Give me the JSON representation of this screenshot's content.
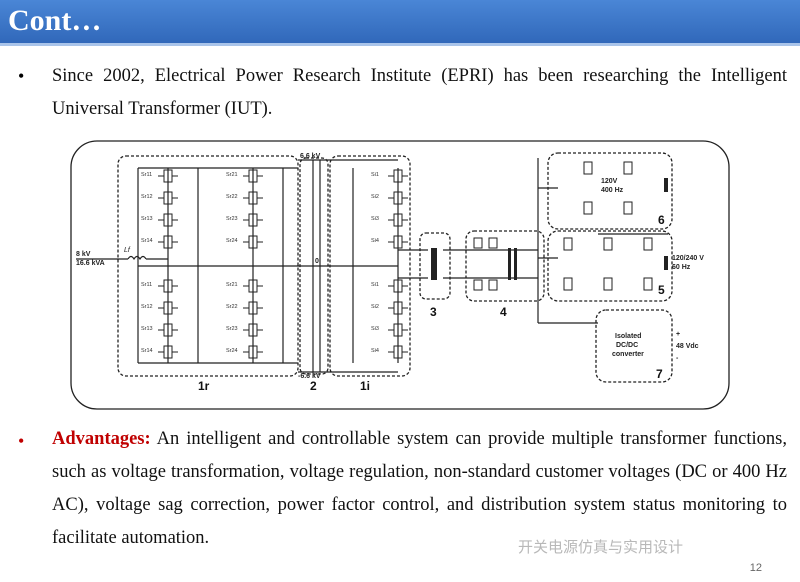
{
  "slide": {
    "title": "Cont…",
    "slide_number": "12",
    "watermark": "开关电源仿真与实用设计"
  },
  "bullets": [
    {
      "marker": "•",
      "text": "Since 2002, Electrical Power Research Institute (EPRI) has been researching the Intelligent Universal Transformer (IUT)."
    },
    {
      "marker": "•",
      "lead": "Advantages:",
      "text": " An intelligent and controllable system can provide multiple transformer functions, such as voltage transformation, voltage regulation, non-standard customer voltages (DC or 400 Hz AC), voltage sag correction, power factor control, and distribution system status monitoring to facilitate automation."
    }
  ],
  "diagram": {
    "input_label_1": "8 kV",
    "input_label_2": "16.6 kVA",
    "inductor_label": "Lf",
    "bus_top": "6.6 kV",
    "bus_mid": "0",
    "bus_bottom": "-6.6 kV",
    "block_1r": "1r",
    "block_2": "2",
    "block_1i": "1i",
    "block_3": "3",
    "block_4": "4",
    "block_5": "5",
    "block_6": "6",
    "block_7": "7",
    "out_6_line1": "120V",
    "out_6_line2": "400 Hz",
    "out_5_line1": "120/240 V",
    "out_5_line2": "60 Hz",
    "iso_line1": "Isolated",
    "iso_line2": "DC/DC",
    "iso_line3": "converter",
    "out_7": "48 Vdc",
    "plus": "+",
    "minus": "-",
    "switches_1r_left": [
      "Sr11",
      "Sr12",
      "Sr13",
      "Sr14",
      "Sr11",
      "Sr12",
      "Sr13",
      "Sr14"
    ],
    "switches_1r_right": [
      "Sr21",
      "Sr22",
      "Sr23",
      "Sr24",
      "Sr21",
      "Sr22",
      "Sr23",
      "Sr24"
    ],
    "switches_1i": [
      "Si1",
      "Si2",
      "Si3",
      "Si4",
      "Si1",
      "Si2",
      "Si3",
      "Si4"
    ]
  }
}
